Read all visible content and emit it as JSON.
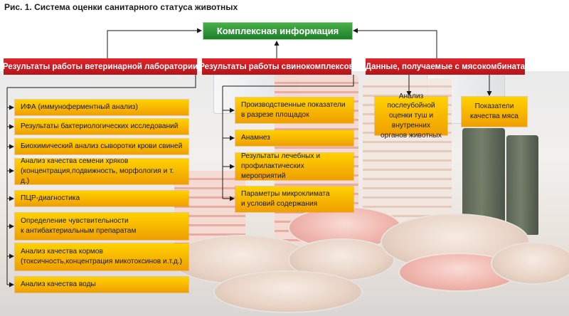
{
  "figure": {
    "title": "Рис. 1. Система оценки санитарного статуса животных"
  },
  "top": {
    "label": "Комплексная информация"
  },
  "columns": [
    {
      "header": "Результаты работы ветеринарной лаборатории",
      "items": [
        [
          "ИФА (иммуноферментный анализ)"
        ],
        [
          "Результаты бактериологических исследований"
        ],
        [
          "Биохимический анализ сыворотки крови свиней"
        ],
        [
          "Анализ качества семени хряков",
          "(концентрация,подвижность, морфология и т. д.)"
        ],
        [
          "ПЦР-диагностика"
        ],
        [
          "Определение чувствительности",
          "к антибактериальным препаратам"
        ],
        [
          "Анализ качества кормов",
          "(токсичность,концентрация микотоксинов  и.т.д.)"
        ],
        [
          "Анализ качества воды"
        ]
      ]
    },
    {
      "header": "Результаты работы свинокомплексов",
      "items": [
        [
          "Производственные показатели",
          "в разрезе площадок"
        ],
        [
          "Анамнез"
        ],
        [
          "Результаты лечебных и",
          "профилактических мероприятий"
        ],
        [
          "Параметры микроклимата",
          "и условий содержания"
        ]
      ]
    },
    {
      "header": "Данные, получаемые с мясокомбината",
      "items": [
        [
          "Анализ послеубойной",
          "оценки туш и внутренних",
          "органов животных"
        ],
        [
          "Показатели",
          "качества мяса"
        ]
      ]
    }
  ]
}
